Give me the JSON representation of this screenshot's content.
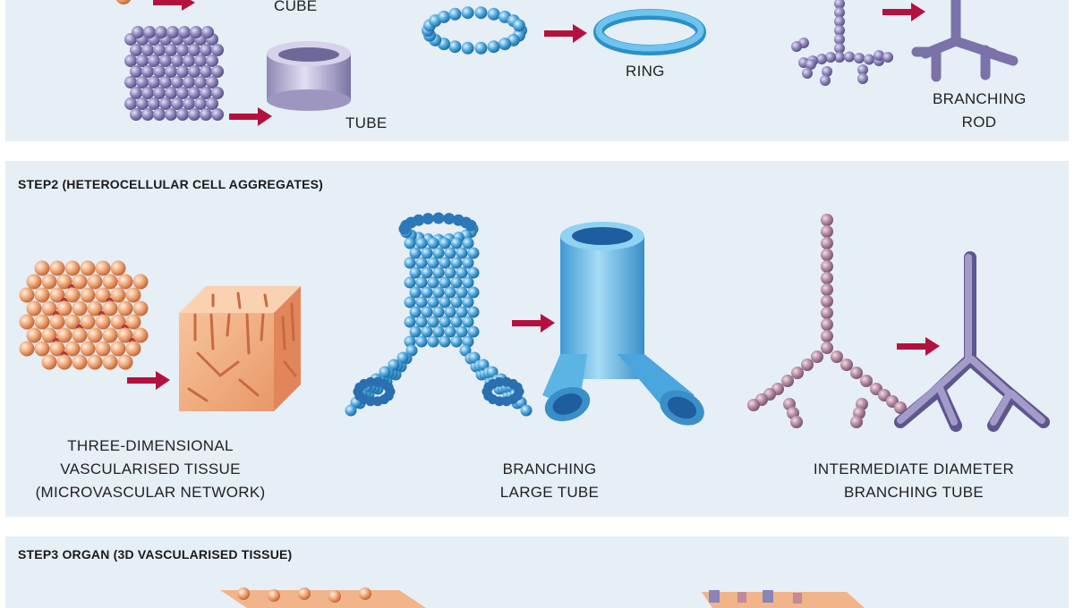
{
  "step1": {
    "labels": {
      "cube": "CUBE",
      "tube": "TUBE",
      "ring": "RING",
      "branching_rod_line1": "BRANCHING",
      "branching_rod_line2": "ROD"
    }
  },
  "step2": {
    "title": "STEP2 (HETEROCELLULAR CELL AGGREGATES)",
    "labels": {
      "tissue_line1": "THREE-DIMENSIONAL",
      "tissue_line2": "VASCULARISED TISSUE",
      "tissue_line3": "(MICROVASCULAR NETWORK)",
      "large_tube_line1": "BRANCHING",
      "large_tube_line2": "LARGE TUBE",
      "intermediate_line1": "INTERMEDIATE DIAMETER",
      "intermediate_line2": "BRANCHING TUBE"
    }
  },
  "step3": {
    "title": "STEP3 ORGAN (3D VASCULARISED TISSUE)"
  },
  "colors": {
    "panel_bg": "#e6eef6",
    "arrow": "#b3123f",
    "purple_sphere": "#8a84b8",
    "blue_sphere": "#4fa8dc",
    "orange_sphere": "#f0a878",
    "tube_purple": "#b8b2d4",
    "branch_purple": "#7a72a8",
    "tube_blue": "#6cc0ec"
  }
}
